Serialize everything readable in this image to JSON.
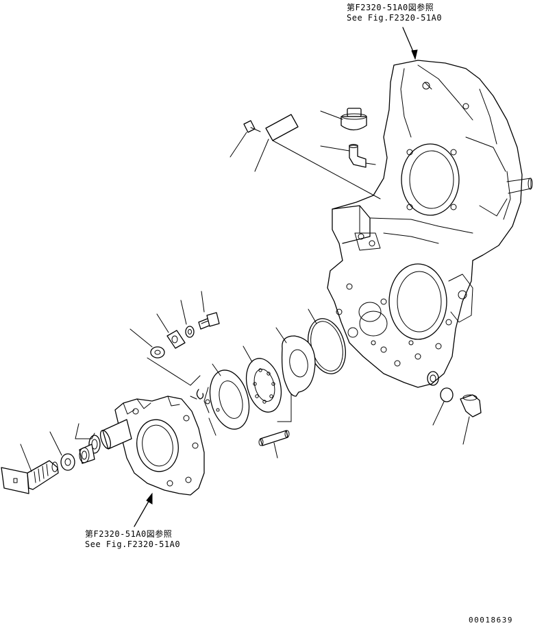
{
  "references": {
    "top": {
      "line_jp": "第F2320-51A0図参照",
      "line_en": "See Fig.F2320-51A0"
    },
    "bottom": {
      "line_jp": "第F2320-51A0図参照",
      "line_en": "See Fig.F2320-51A0"
    }
  },
  "drawing_number": "00018639"
}
